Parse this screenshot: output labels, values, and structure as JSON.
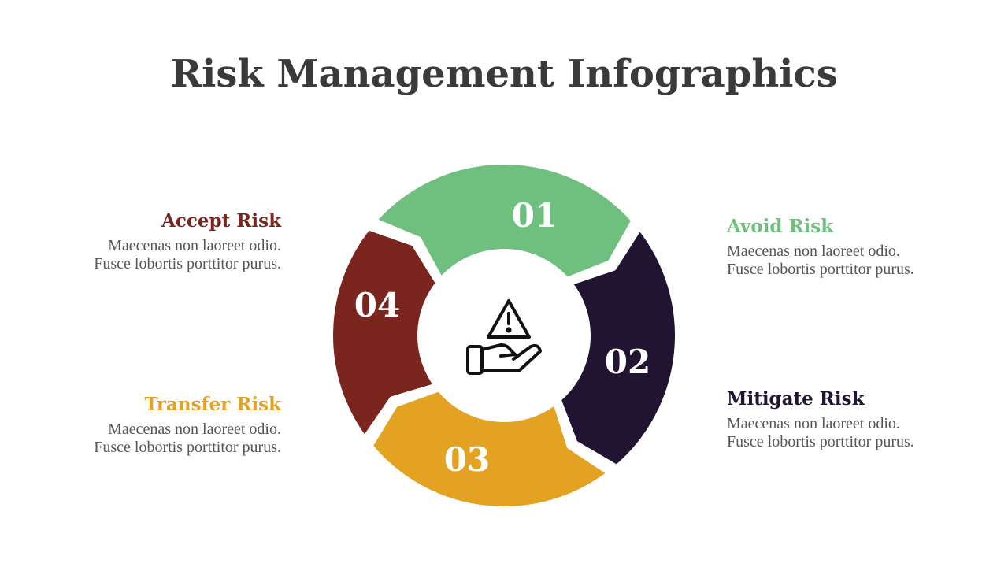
{
  "title": "Risk Management Infographics",
  "center_icon": "hand-with-warning-icon",
  "segments": [
    {
      "number": "01",
      "label": "Avoid Risk",
      "color": "#6fc07f",
      "desc_line1": "Maecenas non laoreet odio.",
      "desc_line2": "Fusce lobortis porttitor purus."
    },
    {
      "number": "02",
      "label": "Mitigate Risk",
      "color": "#211433",
      "desc_line1": "Maecenas non laoreet odio.",
      "desc_line2": "Fusce lobortis porttitor purus."
    },
    {
      "number": "03",
      "label": "Transfer Risk",
      "color": "#e4a223",
      "desc_line1": "Maecenas non laoreet odio.",
      "desc_line2": "Fusce lobortis porttitor purus."
    },
    {
      "number": "04",
      "label": "Accept Risk",
      "color": "#7a261e",
      "desc_line1": "Maecenas non laoreet odio.",
      "desc_line2": "Fusce lobortis porttitor purus."
    }
  ]
}
